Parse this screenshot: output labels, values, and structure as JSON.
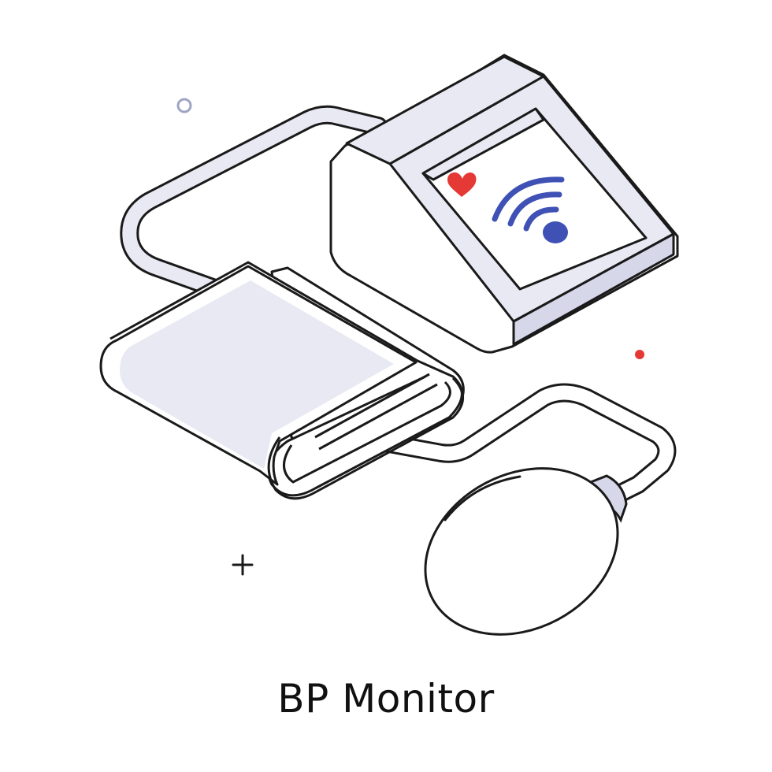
{
  "caption": "BP Monitor",
  "colors": {
    "outline": "#1a1a1a",
    "fill_light": "#e8e9f3",
    "fill_mid": "#d6d8ea",
    "white": "#ffffff",
    "heart": "#e53935",
    "signal": "#3f51b5",
    "dot_red": "#e53935",
    "circle_gray": "#9ea4c4"
  },
  "icons": {
    "monitor": "bp-monitor-device",
    "cuff": "blood-pressure-cuff",
    "bulb": "inflation-bulb",
    "heart": "heart-icon",
    "signal": "wifi-signal-icon"
  }
}
